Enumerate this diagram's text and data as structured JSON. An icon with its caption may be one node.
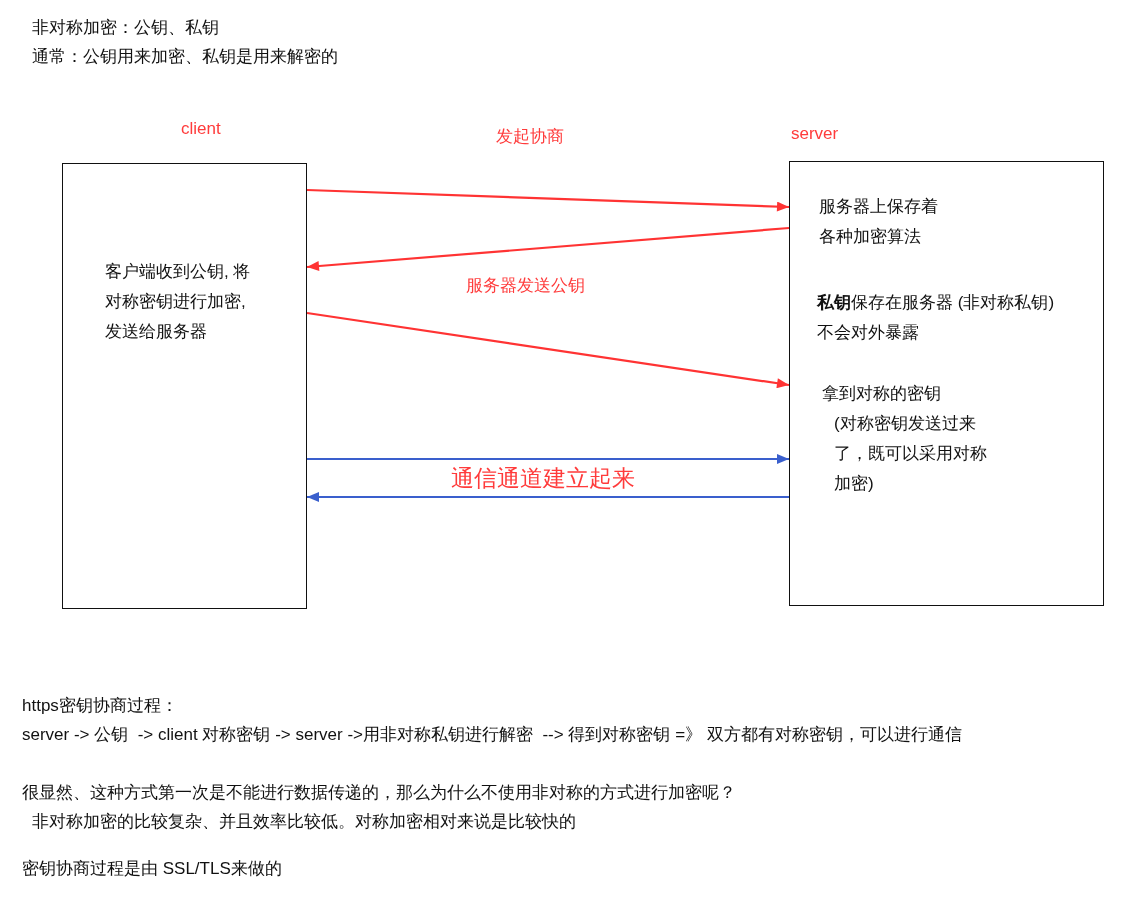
{
  "diagram": {
    "nodes": [
      {
        "text": [
          "client",
          "客户端收到公钥, 将对称密钥进行加密,发送给服务器"
        ]
      },
      {
        "text": [
          "server",
          "服务器上保存着各种加密算法",
          "**私钥**保存在服务器 (非对称私钥)不会对外暴露",
          "拿到对称的密钥",
          "(对称密钥发送过来了，既可以采用对称加密)"
        ]
      }
    ],
    "edges": [
      {
        "from": 0,
        "to": 1,
        "arrow": "to",
        "label": "发起协商"
      },
      {
        "from": 1,
        "to": 0,
        "arrow": "to",
        "label": "服务器发送公钥"
      },
      {
        "from": 0,
        "to": 1,
        "arrow": "to"
      },
      {
        "from": 0,
        "to": 1,
        "arrow": "to",
        "color": "#3a5fcd"
      },
      {
        "from": 1,
        "to": 0,
        "arrow": "to",
        "label": "通信通道建立起来",
        "color": "#3a5fcd"
      }
    ],
    "labels": [
      "非对称加密：公钥、私钥",
      "通常：公钥用来加密、私钥是用来解密的",
      "https密钥协商过程：",
      "server -> 公钥  -> client 对称密钥 -> server ->用非对称私钥进行解密  --> 得到对称密钥 =》 双方都有对称密钥，可以进行通信",
      "很显然、这种方式第一次是不能进行数据传递的，那么为什么不使用非对称的方式进行加密呢？",
      "非对称加密的比较复杂、并且效率比较低。对称加密相对来说是比较快的",
      "密钥协商过程是由 SSL/TLS来做的"
    ]
  }
}
